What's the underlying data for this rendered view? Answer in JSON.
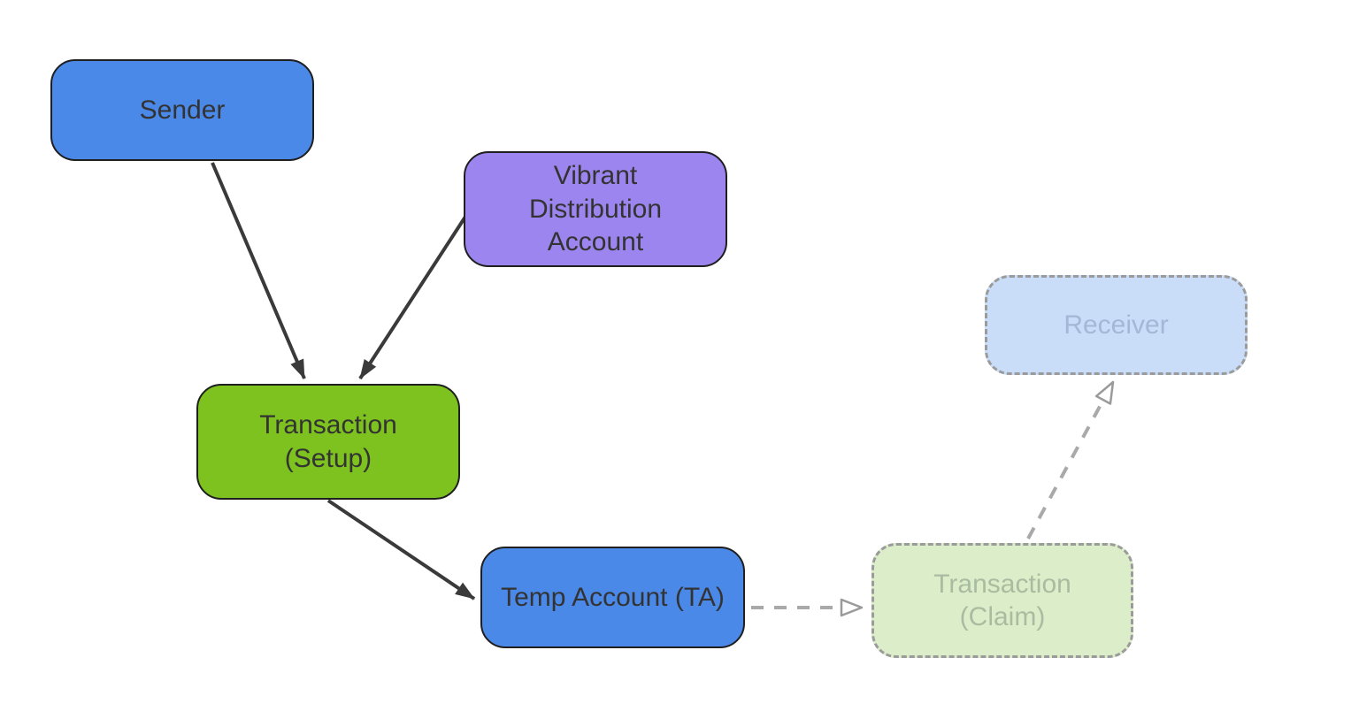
{
  "diagram": {
    "background": "#ffffff",
    "nodes": {
      "sender": {
        "label": "Sender",
        "fill": "#4a89e8",
        "border_style": "solid",
        "text_color": "#333333",
        "state": "active"
      },
      "vibrant_distribution_account": {
        "label": "Vibrant\nDistribution\nAccount",
        "fill": "#9c85ee",
        "border_style": "solid",
        "text_color": "#333333",
        "state": "active"
      },
      "transaction_setup": {
        "label": "Transaction\n(Setup)",
        "fill": "#7dc21f",
        "border_style": "solid",
        "text_color": "#333333",
        "state": "active"
      },
      "temp_account": {
        "label": "Temp Account (TA)",
        "fill": "#4a89e8",
        "border_style": "solid",
        "text_color": "#333333",
        "state": "active"
      },
      "transaction_claim": {
        "label": "Transaction\n(Claim)",
        "fill": "#dcedca",
        "border_style": "dashed",
        "text_color": "#a9bca0",
        "state": "future"
      },
      "receiver": {
        "label": "Receiver",
        "fill": "#c9ddf9",
        "border_style": "dashed",
        "text_color": "#a5b7d6",
        "state": "future"
      }
    },
    "edges": [
      {
        "from": "sender",
        "to": "transaction_setup",
        "line": "solid",
        "arrowhead": "filled"
      },
      {
        "from": "vibrant_distribution_account",
        "to": "transaction_setup",
        "line": "solid",
        "arrowhead": "filled"
      },
      {
        "from": "transaction_setup",
        "to": "temp_account",
        "line": "solid",
        "arrowhead": "filled"
      },
      {
        "from": "temp_account",
        "to": "transaction_claim",
        "line": "dashed",
        "arrowhead": "open"
      },
      {
        "from": "transaction_claim",
        "to": "receiver",
        "line": "dashed",
        "arrowhead": "open"
      }
    ],
    "colors": {
      "solid_arrow": "#3a3a3a",
      "dashed_arrow": "#a9a9a9",
      "solid_node_border": "#1f1f1f",
      "dashed_node_border": "#9b9b9b"
    }
  }
}
